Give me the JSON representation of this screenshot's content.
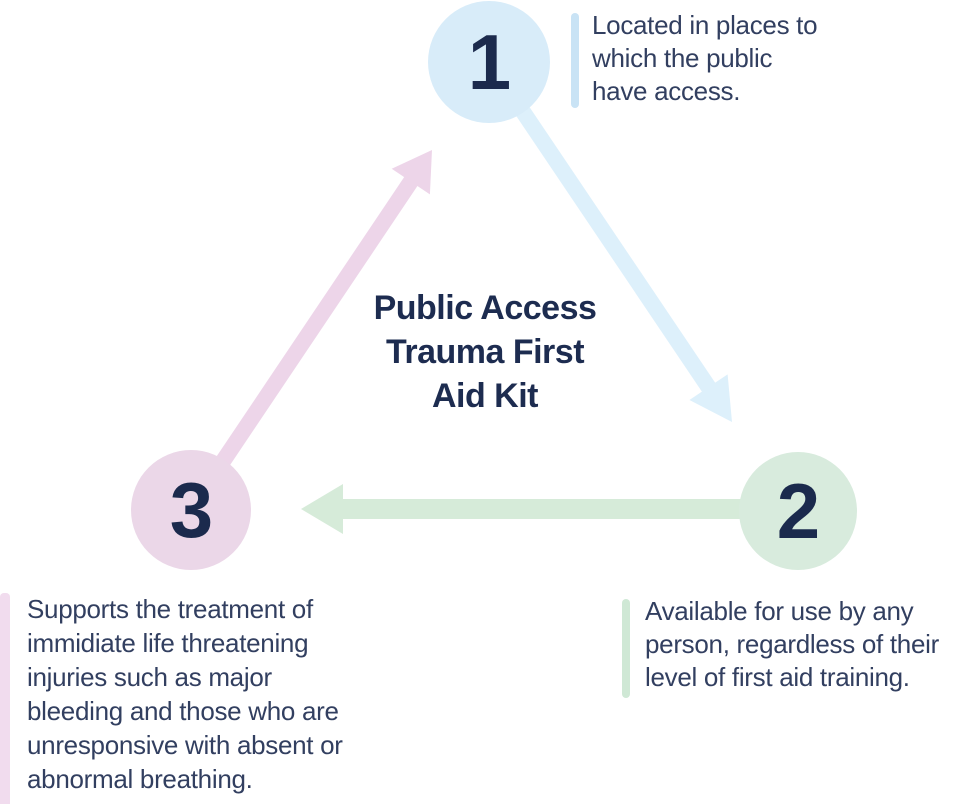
{
  "title": {
    "text": "Public Access Trauma First Aid Kit",
    "lines": [
      "Public Access",
      "Trauma First",
      "Aid Kit"
    ]
  },
  "colors": {
    "title_navy": "#1d2c50",
    "number_navy": "#1b2a4d",
    "body_navy": "#323f60",
    "circle_blue": "#d8ecf9",
    "circle_green": "#d8ebdd",
    "circle_pink": "#ebd7e8",
    "arrow_blue": "#ddf0fb",
    "arrow_green": "#d6ebd9",
    "arrow_pink": "#edd5e9",
    "bar_blue": "#c9e3f5",
    "bar_green": "#cfe8d5",
    "bar_pink": "#f1dcee",
    "background": "#ffffff"
  },
  "steps": [
    {
      "number": "1",
      "text": "Located in places to which the public have access.",
      "lines": [
        "Located in places to",
        "which the public",
        "have access."
      ]
    },
    {
      "number": "2",
      "text": "Available for use by any person, regardless of their level of first aid training.",
      "lines": [
        "Available for use by any",
        "person, regardless of their",
        "level of first aid training."
      ]
    },
    {
      "number": "3",
      "text": "Supports the treatment of immidiate life threatening injuries such as major bleeding and those who are unresponsive with absent or abnormal breathing.",
      "lines": [
        "Supports the treatment of",
        "immidiate life threatening",
        "injuries such as major",
        "bleeding and those who are",
        "unresponsive with absent or",
        "abnormal breathing."
      ]
    }
  ],
  "arrows": [
    {
      "from": "1",
      "to": "2",
      "color_key": "arrow_blue"
    },
    {
      "from": "2",
      "to": "3",
      "color_key": "arrow_green"
    },
    {
      "from": "3",
      "to": "1",
      "color_key": "arrow_pink"
    }
  ]
}
